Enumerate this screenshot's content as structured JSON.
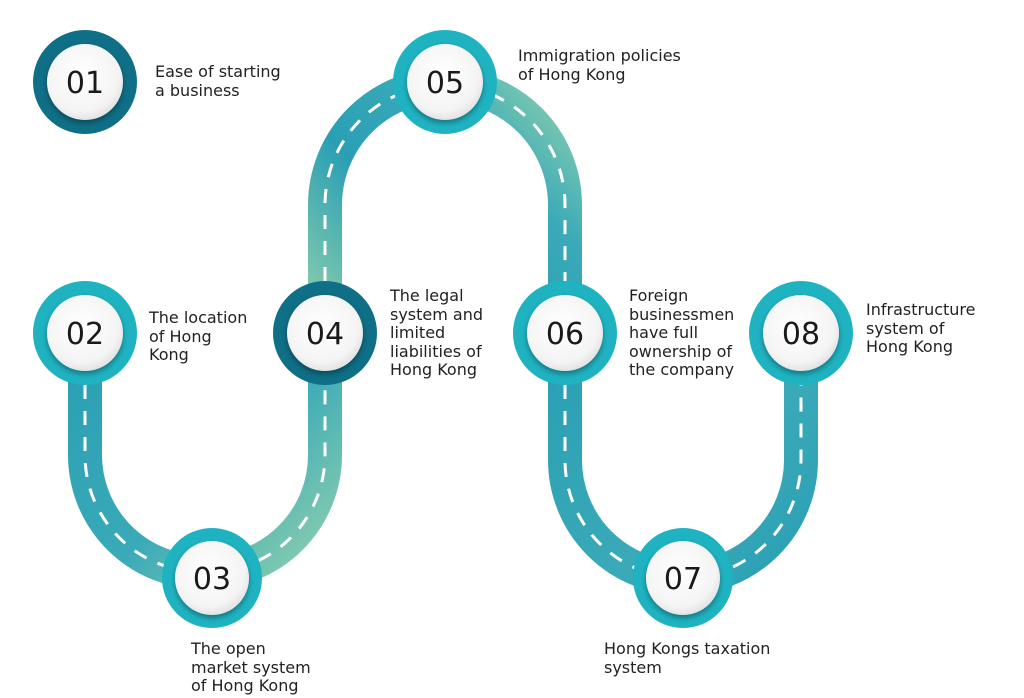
{
  "colors": {
    "road_teal": "#2a9fb4",
    "road_green": "#8fd0ad",
    "ring_dark": "#0f6f86",
    "ring_teal": "#1fb3c2",
    "dash": "#ffffff"
  },
  "steps": [
    {
      "number": "01",
      "label": "Ease of starting\na business"
    },
    {
      "number": "02",
      "label": "The location\nof Hong\nKong"
    },
    {
      "number": "03",
      "label": "The open\nmarket system\nof Hong Kong"
    },
    {
      "number": "04",
      "label": "The legal\nsystem and\nlimited\nliabilities of\nHong Kong"
    },
    {
      "number": "05",
      "label": "Immigration policies\nof Hong Kong"
    },
    {
      "number": "06",
      "label": "Foreign\nbusinessmen\nhave full\nownership of\nthe company"
    },
    {
      "number": "07",
      "label": "Hong Kongs taxation\nsystem"
    },
    {
      "number": "08",
      "label": "Infrastructure\nsystem of\nHong Kong"
    }
  ]
}
